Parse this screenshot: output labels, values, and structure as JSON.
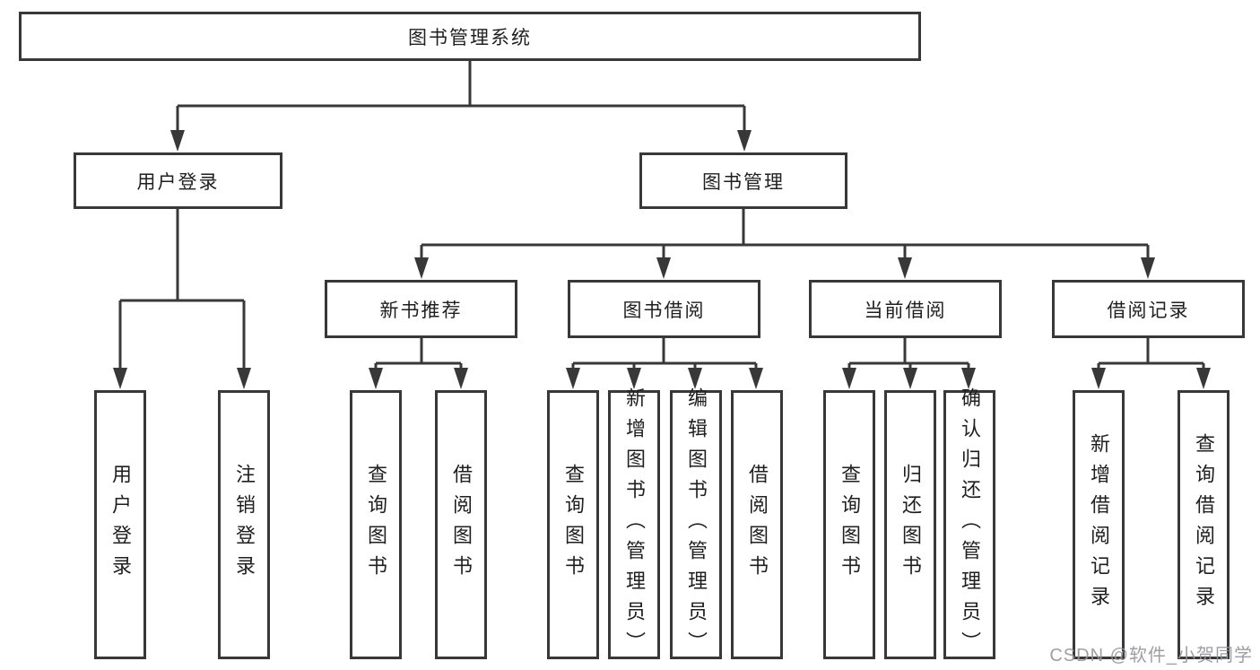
{
  "diagram": {
    "background": "#ffffff",
    "line_color": "#383838",
    "text_color": "#1f1f1f",
    "tree": {
      "label": "图书管理系统",
      "children": [
        {
          "label": "用户登录",
          "children": [
            {
              "label": "用户登录"
            },
            {
              "label": "注销登录"
            }
          ]
        },
        {
          "label": "图书管理",
          "children": [
            {
              "label": "新书推荐",
              "children": [
                {
                  "label": "查询图书"
                },
                {
                  "label": "借阅图书"
                }
              ]
            },
            {
              "label": "图书借阅",
              "children": [
                {
                  "label": "查询图书"
                },
                {
                  "label": "新增图书（管理员）"
                },
                {
                  "label": "编辑图书（管理员）"
                },
                {
                  "label": "借阅图书"
                }
              ]
            },
            {
              "label": "当前借阅",
              "children": [
                {
                  "label": "查询图书"
                },
                {
                  "label": "归还图书"
                },
                {
                  "label": "确认归还（管理员）"
                }
              ]
            },
            {
              "label": "借阅记录",
              "children": [
                {
                  "label": "新增借阅记录"
                },
                {
                  "label": "查询借阅记录"
                }
              ]
            }
          ]
        }
      ]
    },
    "watermark": {
      "text": "CSDN @软件_小贺同学"
    }
  }
}
